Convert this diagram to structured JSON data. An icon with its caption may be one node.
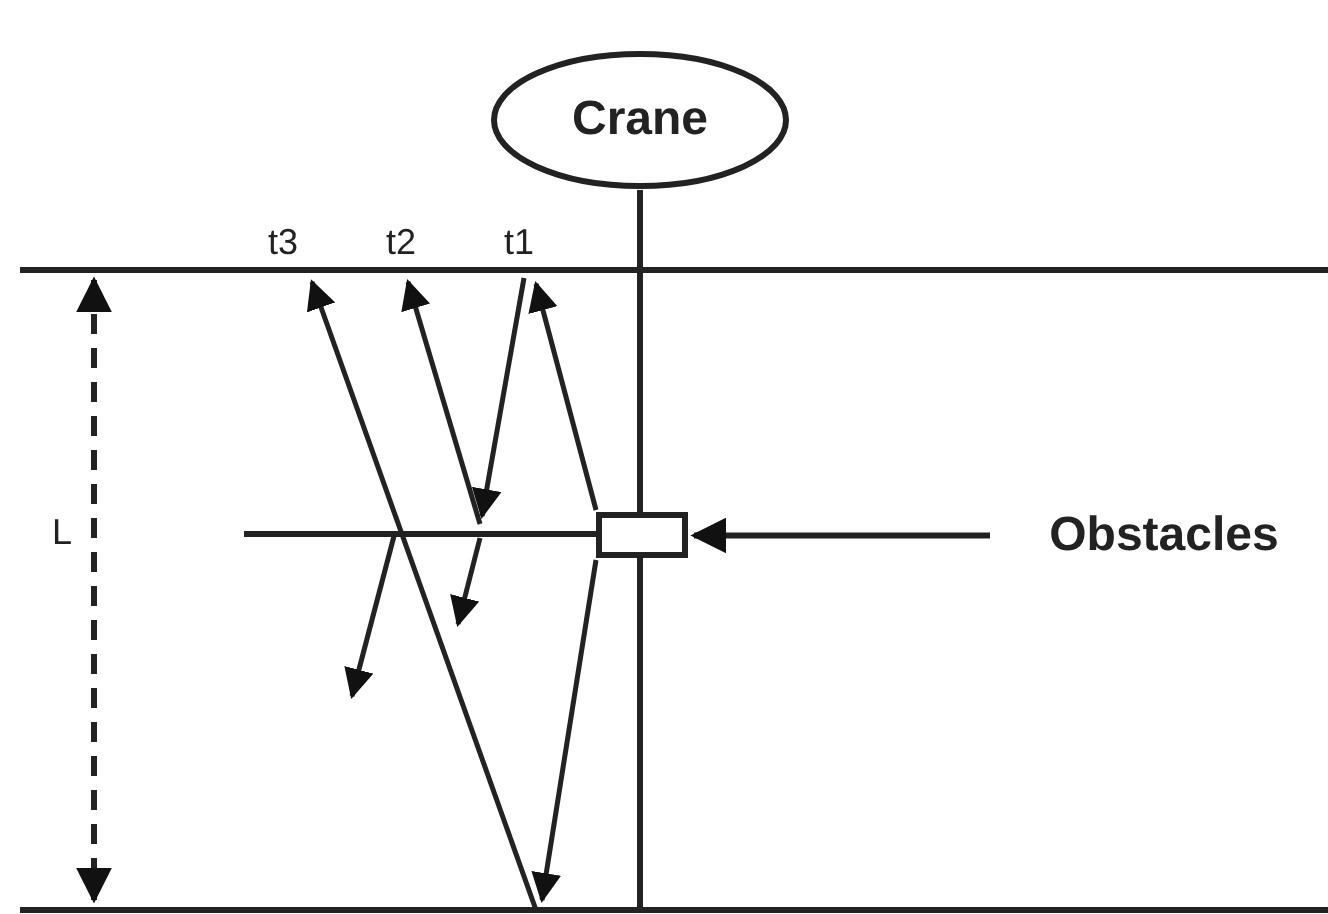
{
  "diagram": {
    "nodes": [
      {
        "text": [
          "Crane"
        ]
      },
      {
        "text": [],
        "shape": "box"
      },
      {
        "text": [
          "Obstacles"
        ]
      }
    ],
    "edges": [
      {
        "from": 0,
        "to": 1,
        "arrow": "none"
      },
      {
        "from": 2,
        "to": 1,
        "arrow": "to"
      }
    ],
    "labels": [
      "t3",
      "t2",
      "t1",
      "L"
    ]
  }
}
